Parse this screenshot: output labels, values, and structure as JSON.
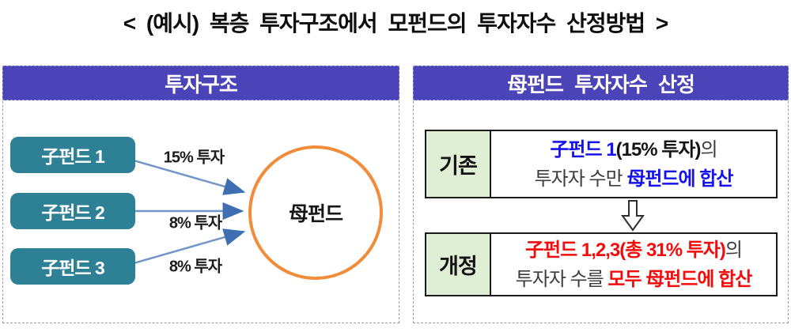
{
  "title": "< (예시) 복층 투자구조에서 모펀드의 투자자수 산정방법 >",
  "colors": {
    "header_bg": "#4a44b8",
    "fund_box": "#2e8095",
    "circle_stroke": "#f08c3a",
    "arrow_line": "#7295c8",
    "arrow_head": "#3f6fb2",
    "tag_cell_bg": "#dfeed4",
    "blue_text": "#1512ee",
    "red_text": "#f40b0b"
  },
  "left_panel": {
    "header": "투자구조",
    "funds": [
      {
        "label": "子펀드 1",
        "invest": "15% 투자"
      },
      {
        "label": "子펀드 2",
        "invest": "8% 투자"
      },
      {
        "label": "子펀드 3",
        "invest": "8% 투자"
      }
    ],
    "mother_fund": "母펀드"
  },
  "right_panel": {
    "header": "母펀드 투자자수 산정",
    "rows": [
      {
        "tag": "기존",
        "line1": [
          {
            "text": "子펀드 1"
          },
          {
            "text": "(15% 투자)"
          },
          {
            "text": "의"
          }
        ],
        "line2": [
          {
            "text": "투자자 수만 "
          },
          {
            "text": "母펀드에 합산"
          }
        ]
      },
      {
        "tag": "개정",
        "line1": [
          {
            "text": "子펀드 1,2,3(총 31% 투자)"
          },
          {
            "text": "의"
          }
        ],
        "line2": [
          {
            "text": "투자자 수를 "
          },
          {
            "text": "모두 母펀드에 합산"
          }
        ]
      }
    ]
  }
}
